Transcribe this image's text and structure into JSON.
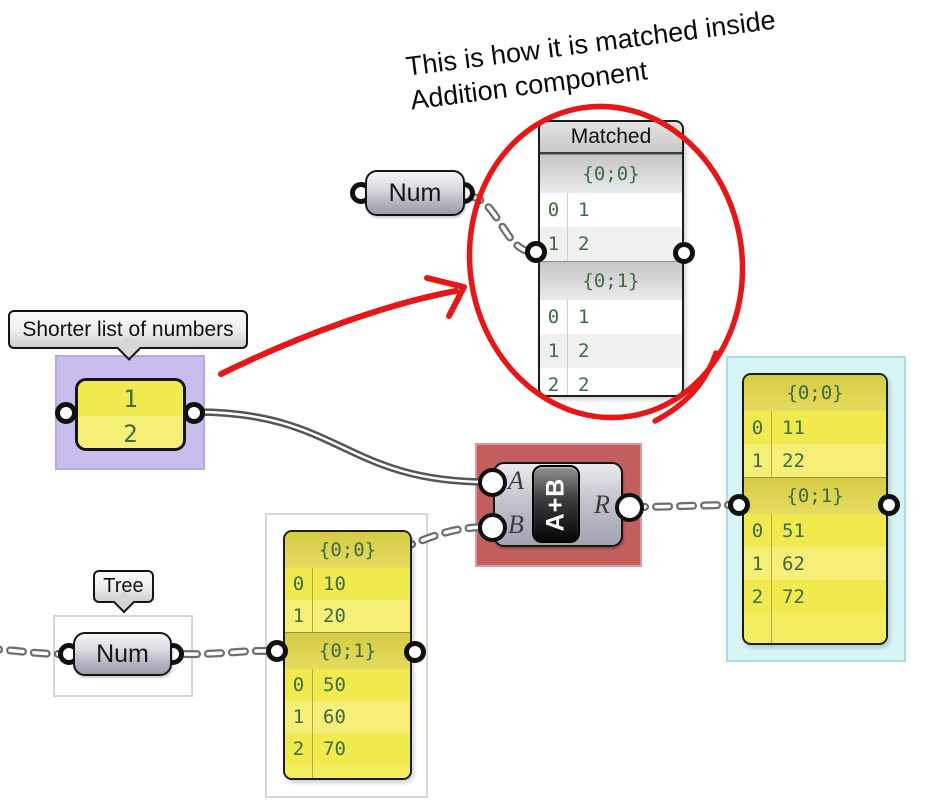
{
  "title": {
    "line1": "This is how it is matched inside",
    "line2": "Addition component"
  },
  "callouts": {
    "shorter": "Shorter list of numbers",
    "tree": "Tree"
  },
  "components": {
    "num_top": {
      "label": "Num"
    },
    "num_bottom": {
      "label": "Num"
    },
    "addition": {
      "input_a": "A",
      "input_b": "B",
      "output": "R",
      "badge": "A+B"
    }
  },
  "panels": {
    "matched": {
      "title": "Matched",
      "groups": [
        {
          "path": "{0;0}",
          "rows": [
            [
              "0",
              "1"
            ],
            [
              "1",
              "2"
            ]
          ]
        },
        {
          "path": "{0;1}",
          "rows": [
            [
              "0",
              "1"
            ],
            [
              "1",
              "2"
            ],
            [
              "2",
              "2"
            ]
          ]
        }
      ]
    },
    "short_list": {
      "values": [
        "1",
        "2"
      ]
    },
    "tree_input": {
      "groups": [
        {
          "path": "{0;0}",
          "rows": [
            [
              "0",
              "10"
            ],
            [
              "1",
              "20"
            ]
          ]
        },
        {
          "path": "{0;1}",
          "rows": [
            [
              "0",
              "50"
            ],
            [
              "1",
              "60"
            ],
            [
              "2",
              "70"
            ]
          ]
        }
      ]
    },
    "result": {
      "groups": [
        {
          "path": "{0;0}",
          "rows": [
            [
              "0",
              "11"
            ],
            [
              "1",
              "22"
            ]
          ]
        },
        {
          "path": "{0;1}",
          "rows": [
            [
              "0",
              "51"
            ],
            [
              "1",
              "62"
            ],
            [
              "2",
              "72"
            ]
          ]
        }
      ]
    }
  },
  "colors": {
    "highlight_purple": "#c9bdee",
    "highlight_red": "#c35e5e",
    "highlight_cyan": "#d8f5f5",
    "panel_yellow": "#f1ea4f",
    "panel_yellow_band": "#d5cb43",
    "panel_text_green": "#3e6b44",
    "wire_gray": "#5a5a5a",
    "annotation_red": "#e61717"
  }
}
